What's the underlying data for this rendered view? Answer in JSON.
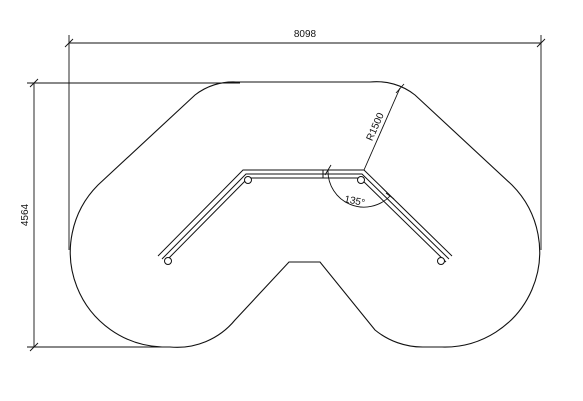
{
  "drawing": {
    "width_label": "8098",
    "height_label": "4564",
    "radius_label": "R1500",
    "angle_label": "135°"
  }
}
